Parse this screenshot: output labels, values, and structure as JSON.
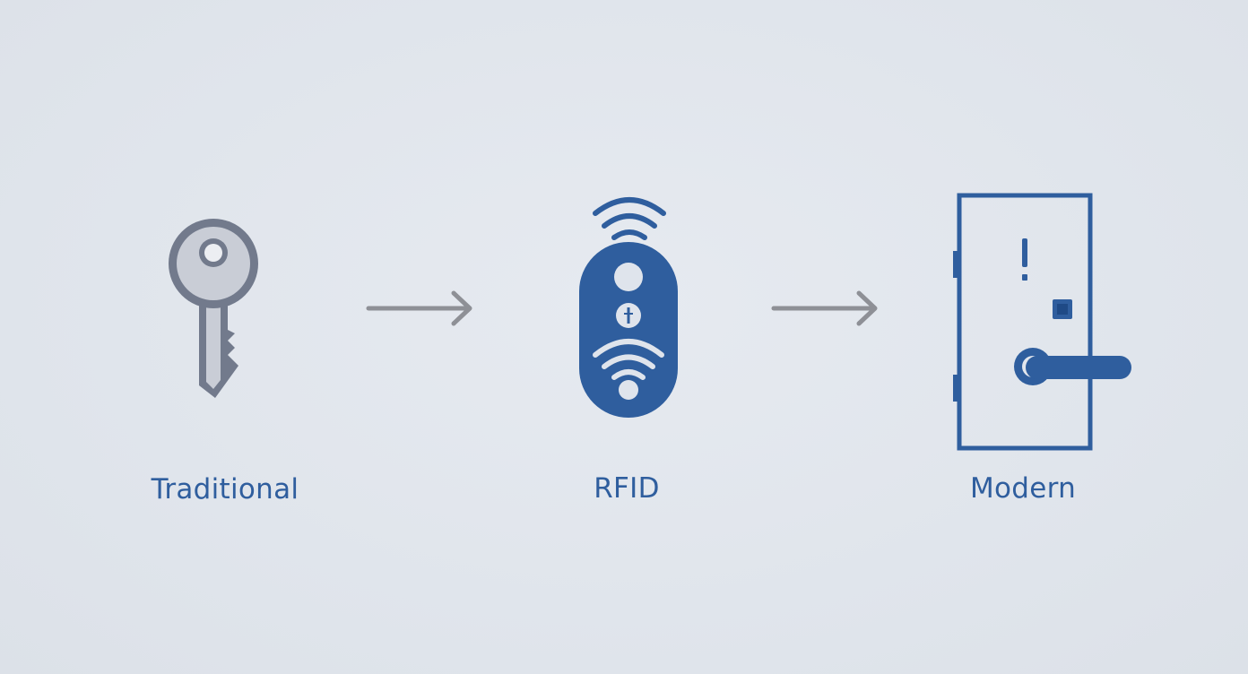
{
  "colors": {
    "background": "#e2e6ed",
    "key": "#727a8c",
    "key_fill": "#c9cdd6",
    "accent": "#2f5e9e",
    "arrow": "#8e9096"
  },
  "steps": [
    {
      "label": "Traditional",
      "icon": "key-icon"
    },
    {
      "label": "RFID",
      "icon": "rfid-fob-icon"
    },
    {
      "label": "Modern",
      "icon": "smart-door-icon"
    }
  ],
  "connectors": [
    "arrow-right-icon",
    "arrow-right-icon"
  ]
}
